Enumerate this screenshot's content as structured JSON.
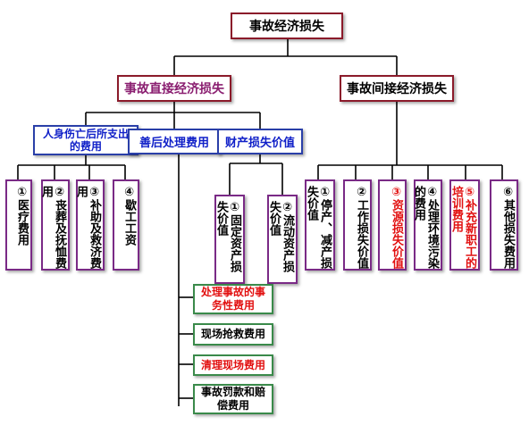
{
  "root": {
    "label": "事故经济损失"
  },
  "level1": {
    "direct": "事故直接经济损失",
    "indirect": "事故间接经济损失"
  },
  "direct_groups": {
    "injury": "人身伤亡后所支出的费用",
    "aftermath": "善后处理费用",
    "property": "财产损失价值"
  },
  "injury_items": [
    "①医疗费用",
    "②丧葬及抚恤费用",
    "③补助及救济费用",
    "④歇工工资"
  ],
  "property_items": [
    "①固定资产损失价值",
    "②流动资产损失价值"
  ],
  "aftermath_items": [
    "处理事故的事务性费用",
    "现场抢救费用",
    "清理现场费用",
    "事故罚款和赔偿费用"
  ],
  "indirect_items": [
    "①停产、减产损失价值",
    "②工作损失价值",
    "③资源损失价值",
    "④处理环境污染的费用",
    "⑤补充新职工的培训费用",
    "⑥其他损失费用"
  ],
  "colors": {
    "red_border": "#8b1a2a",
    "blue_border": "#2a3fa8",
    "purple_border": "#7a2a86",
    "green_border": "#3a8a4a",
    "red_text": "#e21010",
    "blue_text": "#1020c8",
    "purple_text": "#8a1e70"
  }
}
